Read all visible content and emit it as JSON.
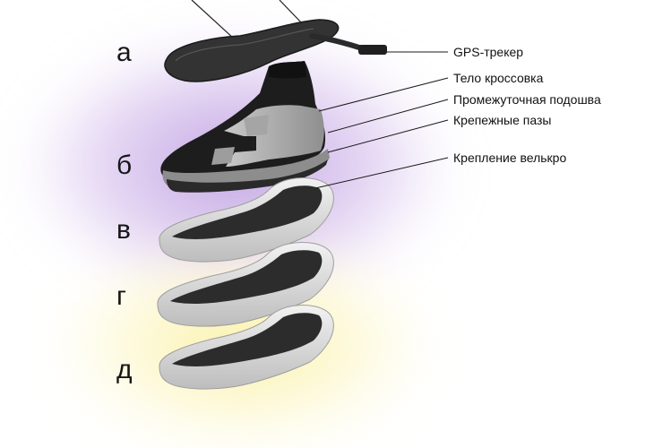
{
  "letters": [
    "а",
    "б",
    "в",
    "г",
    "д"
  ],
  "callouts": [
    "GPS-трекер",
    "Тело кроссовка",
    "Промежуточная  подошва",
    "Крепежные пазы",
    "Крепление велькро"
  ],
  "colors": {
    "insole": "#3a3a3a",
    "knit": "#1c1c1c",
    "strap": "#a9a9a9",
    "sole_light": "#e2e2e2",
    "sole_dark": "#2e2e2e",
    "glow_purple": "#c2a6e2",
    "glow_yellow": "#f7ef9e"
  }
}
